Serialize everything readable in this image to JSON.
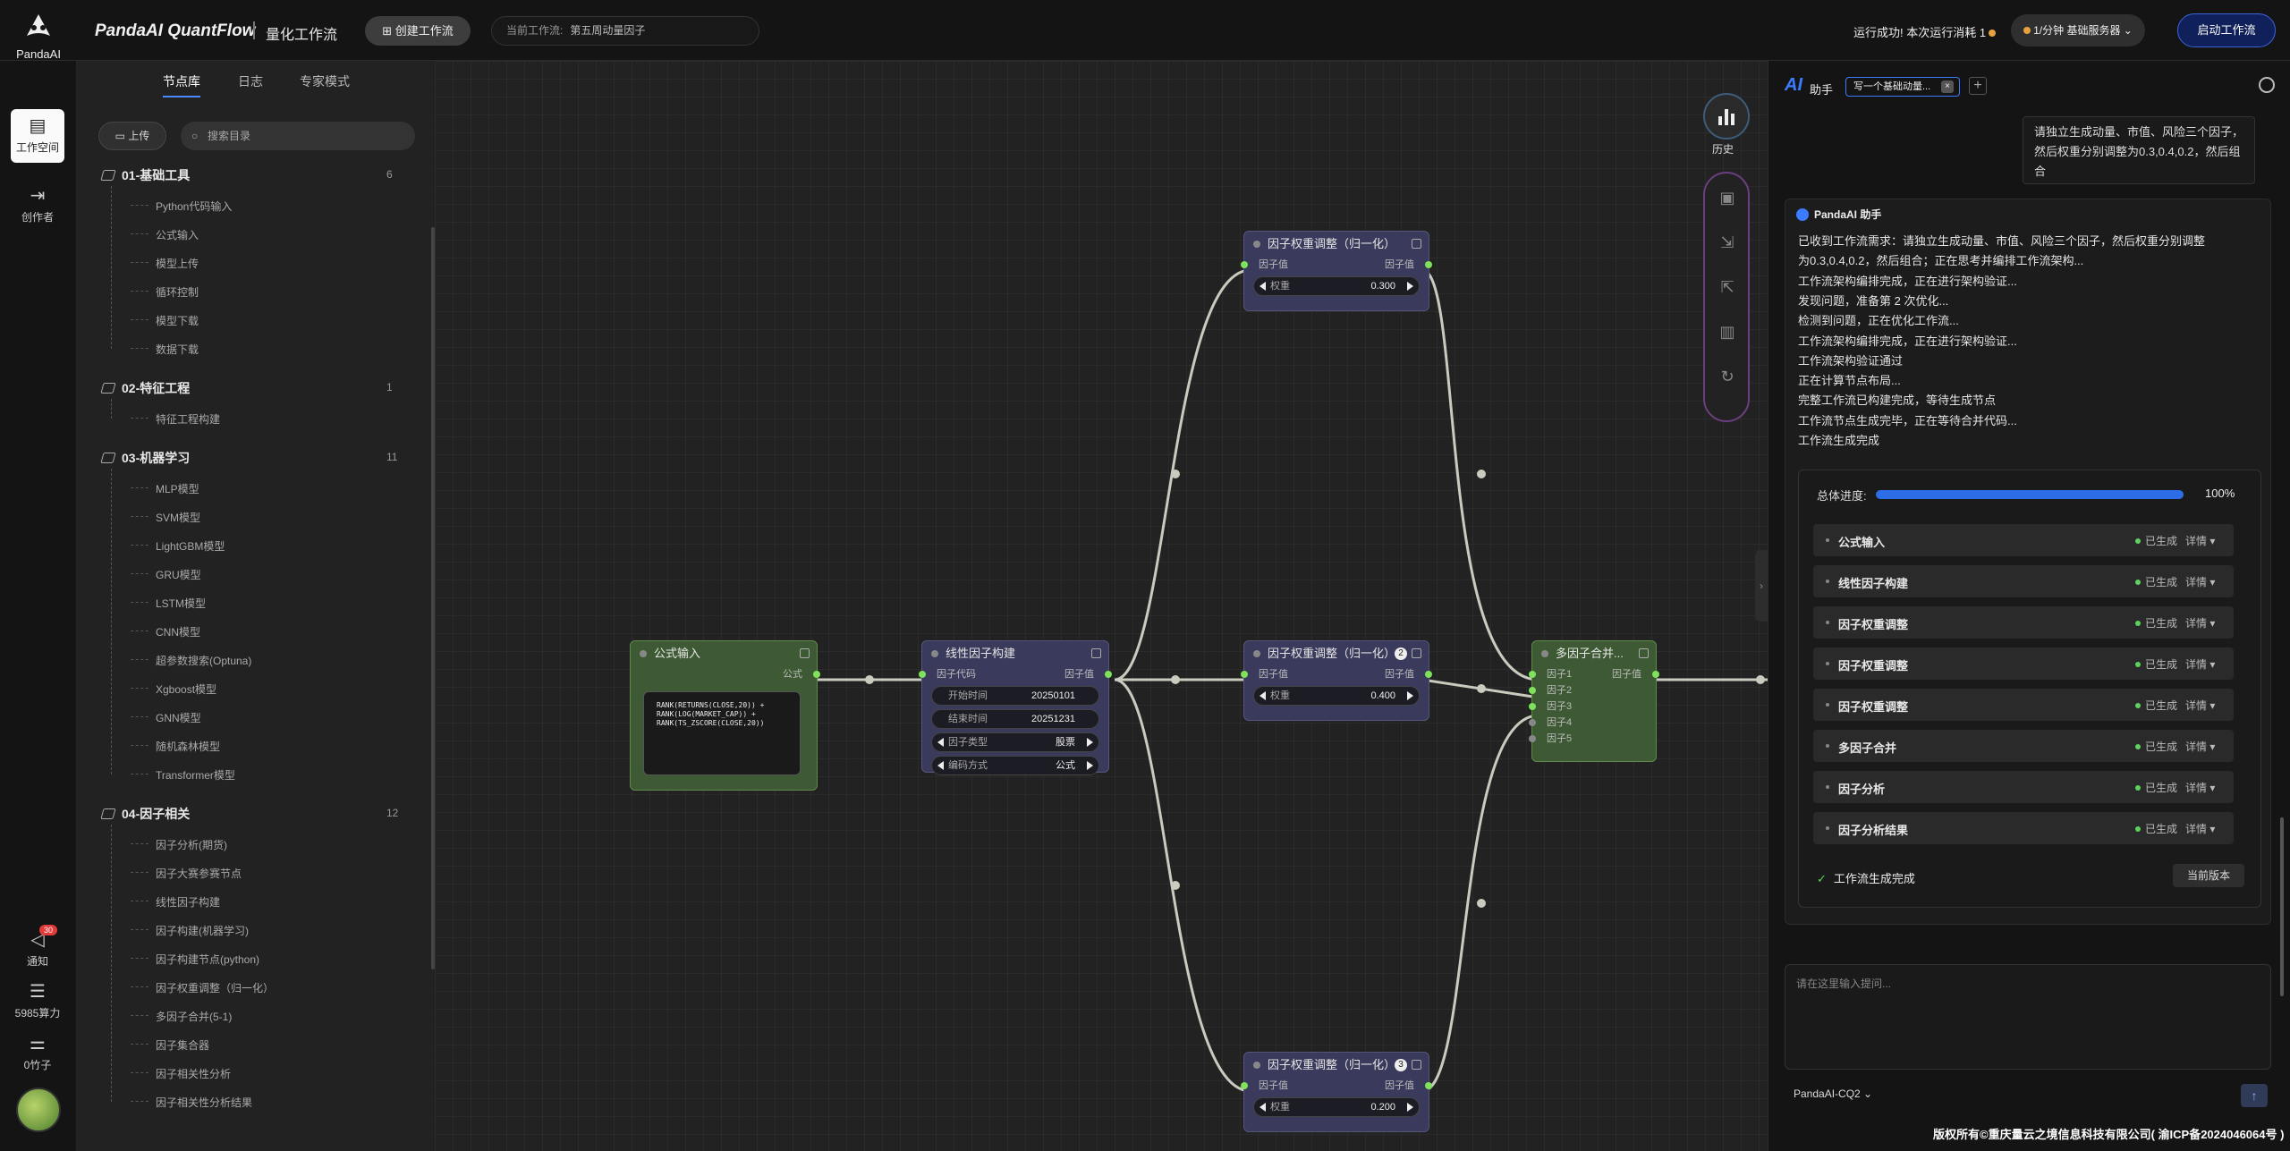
{
  "app": {
    "logo_name": "PandaAI",
    "brand": "PandaAI QuantFlow",
    "subtitle": "量化工作流"
  },
  "topbar": {
    "create_label": "创建工作流",
    "current_workflow_label": "当前工作流:",
    "current_workflow_value": "第五周动量因子",
    "run_status": "运行成功! 本次运行消耗 1",
    "server": "1/分钟 基础服务器",
    "start_label": "启动工作流"
  },
  "rail": {
    "workspace": "工作空间",
    "creator": "创作者",
    "notify": "通知",
    "notify_badge": "30",
    "power": "5985算力",
    "coins": "0竹子"
  },
  "library": {
    "tabs": [
      "节点库",
      "日志",
      "专家模式"
    ],
    "upload_label": "上传",
    "search_placeholder": "搜索目录",
    "categories": [
      {
        "name": "01-基础工具",
        "count": "6",
        "items": [
          "Python代码输入",
          "公式输入",
          "模型上传",
          "循环控制",
          "模型下载",
          "数据下载"
        ]
      },
      {
        "name": "02-特征工程",
        "count": "1",
        "items": [
          "特征工程构建"
        ]
      },
      {
        "name": "03-机器学习",
        "count": "11",
        "items": [
          "MLP模型",
          "SVM模型",
          "LightGBM模型",
          "GRU模型",
          "LSTM模型",
          "CNN模型",
          "超参数搜索(Optuna)",
          "Xgboost模型",
          "GNN模型",
          "随机森林模型",
          "Transformer模型"
        ]
      },
      {
        "name": "04-因子相关",
        "count": "12",
        "items": [
          "因子分析(期货)",
          "因子大赛参赛节点",
          "线性因子构建",
          "因子构建(机器学习)",
          "因子构建节点(python)",
          "因子权重调整（归一化）",
          "多因子合并(5-1)",
          "因子集合器",
          "因子相关性分析",
          "因子相关性分析结果"
        ]
      }
    ]
  },
  "canvas": {
    "history_label": "历史",
    "nodes": {
      "formula": {
        "title": "公式输入",
        "out": "公式",
        "code": [
          "RANK(RETURNS(CLOSE,20)) +",
          "RANK(LOG(MARKET_CAP)) +",
          "RANK(TS_ZSCORE(CLOSE,20))"
        ]
      },
      "linear": {
        "title": "线性因子构建",
        "in": "因子代码",
        "out": "因子值",
        "start_k": "开始时间",
        "start_v": "20250101",
        "end_k": "结束时间",
        "end_v": "20251231",
        "type_k": "因子类型",
        "type_v": "股票",
        "enc_k": "编码方式",
        "enc_v": "公式"
      },
      "w1": {
        "title": "因子权重调整（归一化）",
        "in": "因子值",
        "out": "因子值",
        "k": "权重",
        "v": "0.300"
      },
      "w2": {
        "title": "因子权重调整（归一化）",
        "in": "因子值",
        "out": "因子值",
        "k": "权重",
        "v": "0.400",
        "badge": "2"
      },
      "w3": {
        "title": "因子权重调整（归一化）",
        "in": "因子值",
        "out": "因子值",
        "k": "权重",
        "v": "0.200",
        "badge": "3"
      },
      "merge": {
        "title": "多因子合并...",
        "out": "因子值",
        "inputs": [
          "因子1",
          "因子2",
          "因子3",
          "因子4",
          "因子5"
        ]
      }
    }
  },
  "assistant": {
    "logo": "AI",
    "title": "助手",
    "chip": "写一个基础动量...",
    "user_message": "请独立生成动量、市值、风险三个因子，然后权重分别调整为0.3,0.4,0.2，然后组合",
    "bot_name": "PandaAI 助手",
    "bot_lines": [
      "已收到工作流需求：请独立生成动量、市值、风险三个因子，然后权重分别调整",
      "为0.3,0.4,0.2，然后组合；正在思考并编排工作流架构...",
      "工作流架构编排完成，正在进行架构验证...",
      "发现问题，准备第 2 次优化...",
      "检测到问题，正在优化工作流...",
      "工作流架构编排完成，正在进行架构验证...",
      "工作流架构验证通过",
      "正在计算节点布局...",
      "完整工作流已构建完成，等待生成节点",
      "工作流节点生成完毕，正在等待合并代码...",
      "工作流生成完成"
    ],
    "progress_label": "总体进度:",
    "progress_value": 1.0,
    "progress_text": "100%",
    "steps": [
      {
        "name": "公式输入",
        "status": "已生成",
        "detail": "详情 ▾"
      },
      {
        "name": "线性因子构建",
        "status": "已生成",
        "detail": "详情 ▾"
      },
      {
        "name": "因子权重调整",
        "status": "已生成",
        "detail": "详情 ▾"
      },
      {
        "name": "因子权重调整",
        "status": "已生成",
        "detail": "详情 ▾"
      },
      {
        "name": "因子权重调整",
        "status": "已生成",
        "detail": "详情 ▾"
      },
      {
        "name": "多因子合并",
        "status": "已生成",
        "detail": "详情 ▾"
      },
      {
        "name": "因子分析",
        "status": "已生成",
        "detail": "详情 ▾"
      },
      {
        "name": "因子分析结果",
        "status": "已生成",
        "detail": "详情 ▾"
      }
    ],
    "done_text": "工作流生成完成",
    "version_label": "当前版本",
    "prompt_placeholder": "请在这里输入提问...",
    "model": "PandaAI-CQ2",
    "footer": "版权所有©重庆量云之境信息科技有限公司( 渝ICP备2024046064号 )"
  },
  "colors": {
    "accent": "#3b7cff",
    "node_blue": "#3a3a5c",
    "node_green": "#3e5a34",
    "port": "#7ee25a"
  }
}
